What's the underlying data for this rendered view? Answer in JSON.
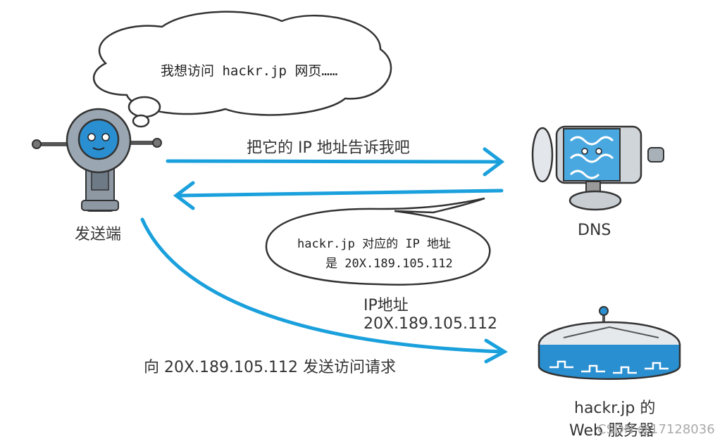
{
  "thought_bubble": {
    "text": "我想访问 hackr.jp 网页……"
  },
  "arrow_request": {
    "text": "把它的 IP 地址告诉我吧"
  },
  "client": {
    "label": "发送端"
  },
  "dns": {
    "label": "DNS"
  },
  "speech_bubble": {
    "line1": "hackr.jp 对应的 IP 地址",
    "line2": "是 20X.189.105.112"
  },
  "ip_info": {
    "line1": "IP地址",
    "line2": "20X.189.105.112"
  },
  "arrow_access": {
    "text": "向 20X.189.105.112 发送访问请求"
  },
  "server": {
    "line1": "hackr.jp 的",
    "line2": "Web 服务器"
  },
  "watermark": {
    "text": "CSDN @17128036"
  },
  "colors": {
    "arrow": "#1aa0dc",
    "accent_blue": "#2a8fd0",
    "body_gray": "#8d98a3"
  }
}
